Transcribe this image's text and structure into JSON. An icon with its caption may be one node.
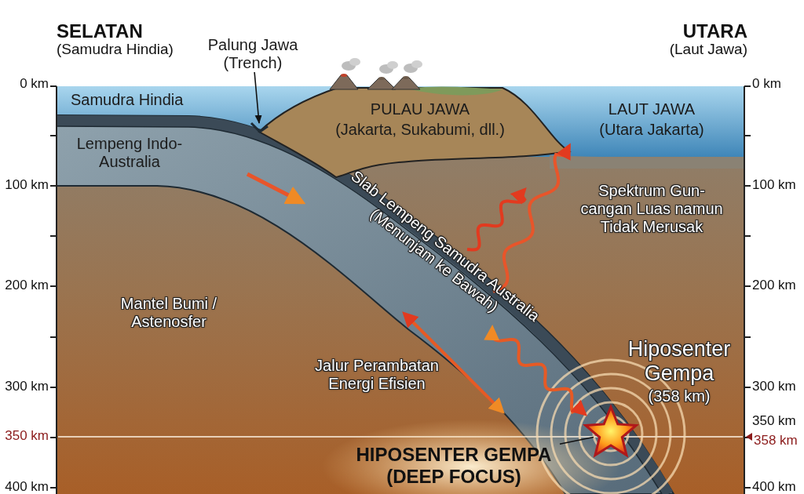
{
  "diagram": {
    "nodes": [
      {
        "text": [
          "Palung Jawa (Trench)"
        ]
      },
      {
        "text": [
          "HIPOSENTER GEMPA (DEEP FOCUS)"
        ]
      },
      {
        "text": [],
        "shape": "star"
      },
      {
        "text": [],
        "shape": "notch"
      }
    ],
    "edges": [
      {
        "from": 0,
        "to": 3,
        "arrow": "to"
      },
      {
        "from": 1,
        "to": 2,
        "arrow": "none"
      }
    ],
    "labels": [
      "SELATAN",
      "UTARA",
      "(Samudra Hindia)",
      "(Laut Jawa)",
      "0 km",
      "0 km",
      "Samudra Hindia",
      "PULAU JAWA",
      "LAUT JAWA",
      "(Jakarta, Sukabumi, dll.)",
      "(Utara Jakarta)",
      "Lempeng Indo-Australia",
      "100 km",
      "Spektrum Gun-cangan Luas namun Tidak Merusak",
      "100 km",
      "Slab Lempeng Samudra Australia (Menunjam ke Bawah)",
      "200 km",
      "200 km",
      "Mantel Bumi / Astenosfer",
      "Jalur Perambatan Energi Efisien",
      "Hiposenter Gempa",
      "300 km",
      "(358 km)",
      "300 km",
      "350 km",
      "350 km",
      "358 km",
      "400 km",
      "400 km"
    ]
  }
}
